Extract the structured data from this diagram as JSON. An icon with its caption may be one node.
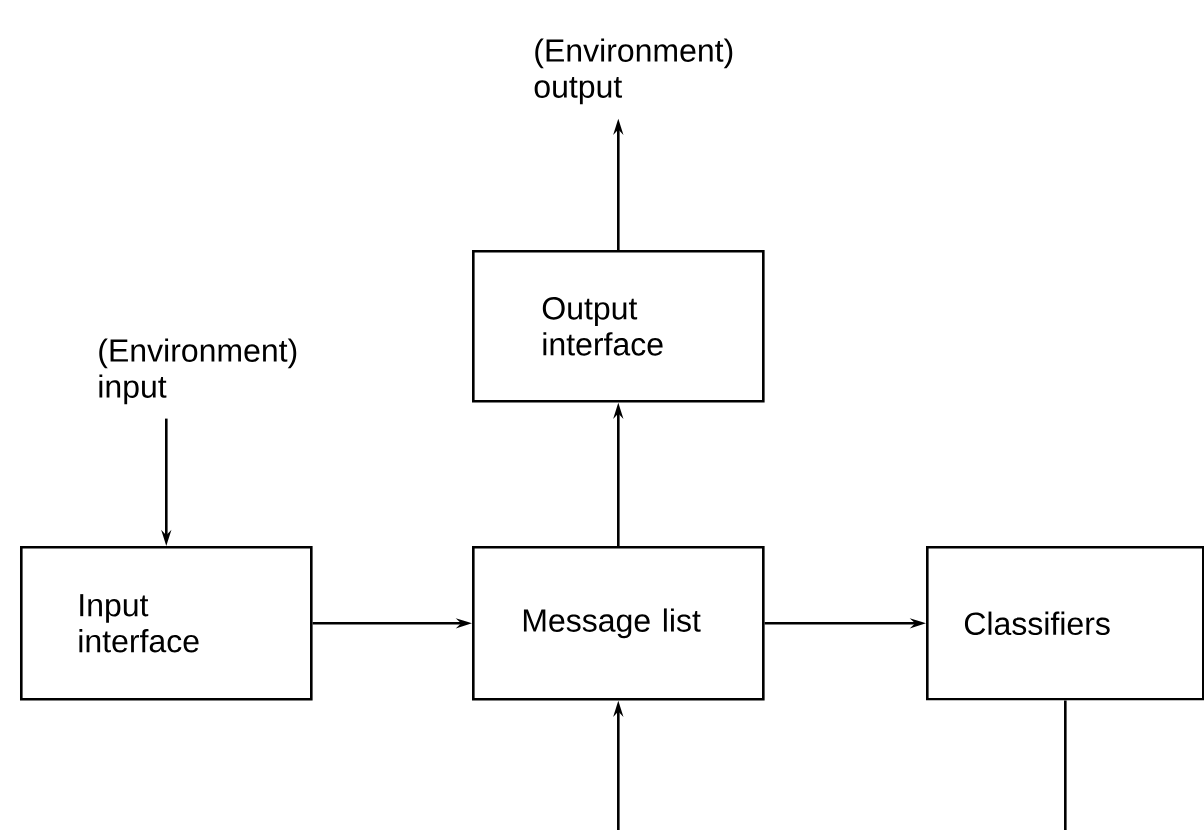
{
  "diagram": {
    "nodes": [
      {
        "text": [
          "(Environment) output"
        ]
      },
      {
        "text": [
          "Output interface"
        ]
      },
      {
        "text": [
          "(Environment) input"
        ]
      },
      {
        "text": [
          "Input interface"
        ]
      },
      {
        "text": [
          "Message list"
        ]
      },
      {
        "text": [
          "Classifiers"
        ]
      }
    ],
    "edges": [
      {
        "from": 1,
        "to": 0,
        "arrow": "to"
      },
      {
        "from": 2,
        "to": 3,
        "arrow": "to"
      },
      {
        "from": 3,
        "to": 4,
        "arrow": "to"
      },
      {
        "from": 4,
        "to": 1,
        "arrow": "to"
      },
      {
        "from": 4,
        "to": 5,
        "arrow": "to"
      },
      {
        "from": null,
        "to": 4,
        "arrow": "to"
      },
      {
        "from": 5,
        "to": null,
        "arrow": "none"
      }
    ]
  }
}
